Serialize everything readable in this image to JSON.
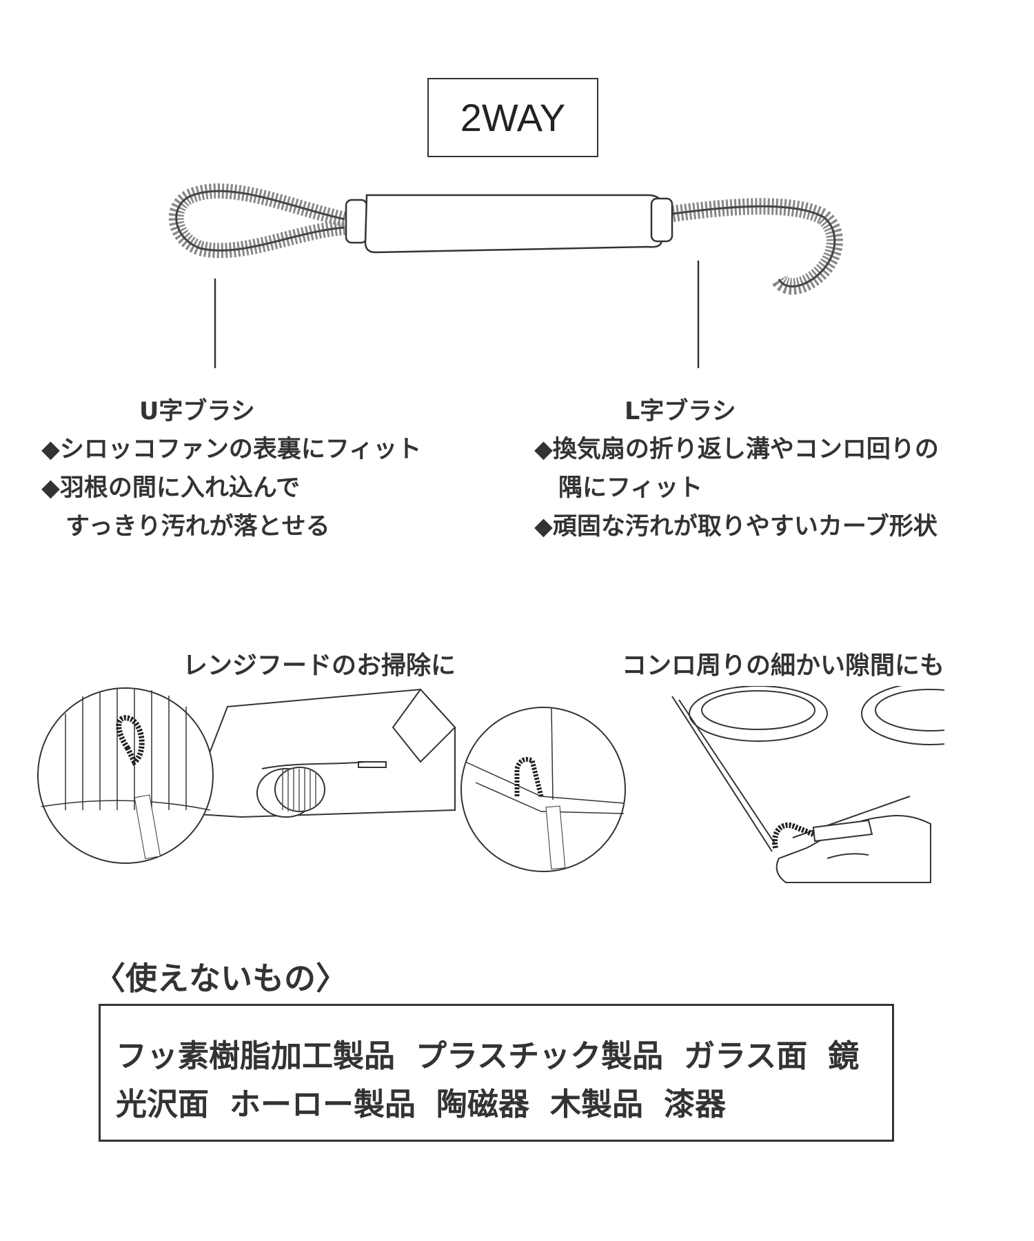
{
  "title": "2WAY",
  "u_brush": {
    "heading": "U字ブラシ",
    "bullets": [
      "◆シロッコファンの表裏にフィット",
      "◆羽根の間に入れ込んで",
      "　すっきり汚れが落とせる"
    ]
  },
  "l_brush": {
    "heading": "L字ブラシ",
    "bullets": [
      "◆換気扇の折り返し溝やコンロ回りの",
      "　隅にフィット",
      "◆頑固な汚れが取りやすいカーブ形状"
    ]
  },
  "usage": {
    "range_hood_caption": "レンジフードのお掃除に",
    "stove_caption": "コンロ周りの細かい隙間にも"
  },
  "not_usable": {
    "title": "〈使えないもの〉",
    "line1": [
      "フッ素樹脂加工製品",
      "プラスチック製品",
      "ガラス面",
      "鏡"
    ],
    "line2": [
      "光沢面",
      "ホーロー製品",
      "陶磁器",
      "木製品",
      "漆器"
    ]
  }
}
